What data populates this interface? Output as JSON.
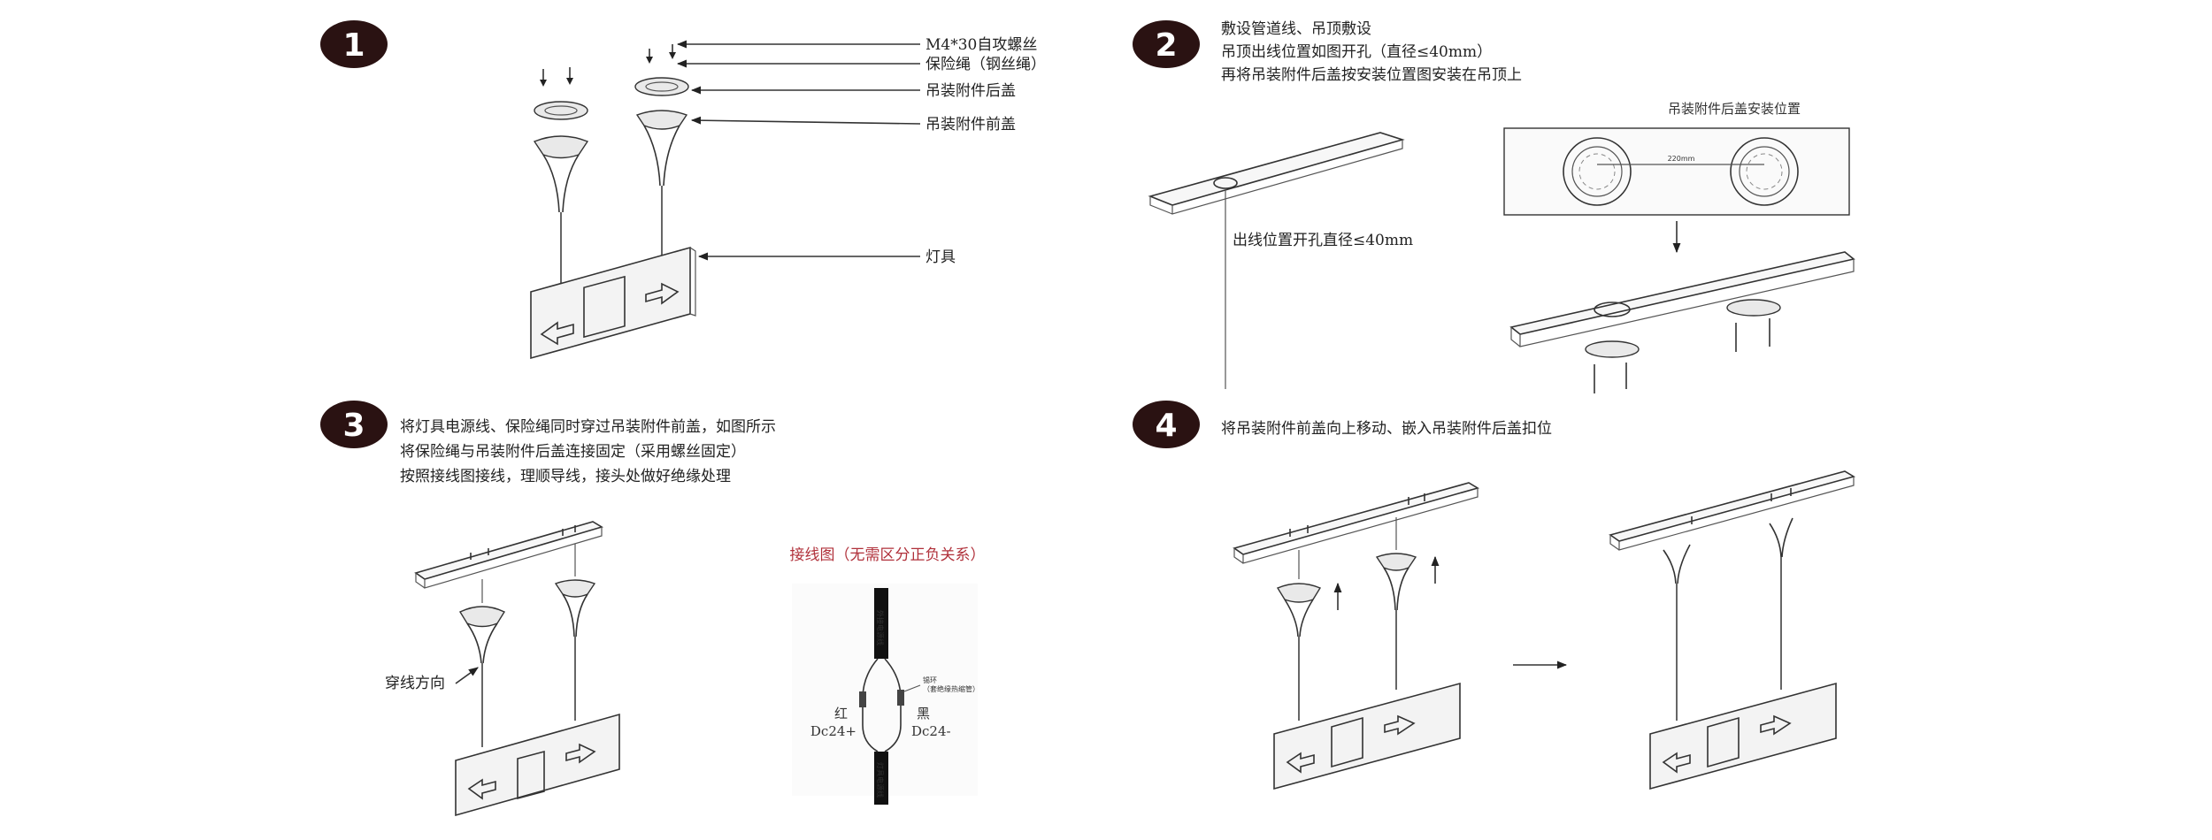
{
  "step1": {
    "number": "1",
    "callouts": {
      "screw": "M4*30自攻螺丝",
      "safety_rope": "保险绳（钢丝绳）",
      "back_cover": "吊装附件后盖",
      "front_cover": "吊装附件前盖",
      "fixture": "灯具"
    }
  },
  "step2": {
    "number": "2",
    "instructions": [
      "敷设管道线、吊顶敷设",
      "吊顶出线位置如图开孔（直径≤40mm）",
      "再将吊装附件后盖按安装位置图安装在吊顶上"
    ],
    "hole_label": "出线位置开孔直径≤40mm",
    "install_position_title": "吊装附件后盖安装位置",
    "dimension": "220mm"
  },
  "step3": {
    "number": "3",
    "instructions": [
      "将灯具电源线、保险绳同时穿过吊装附件前盖，如图所示",
      "将保险绳与吊装附件后盖连接固定（采用螺丝固定）",
      "按照接线图接线，理顺导线，接头处做好绝缘处理"
    ],
    "threading_label": "穿线方向",
    "wiring": {
      "title": "接线图（无需区分正负关系）",
      "top_cable": "外接电源线",
      "bottom_cable": "灯具电源线",
      "terminal_label": "锡环",
      "terminal_note": "（套绝缘热缩管）",
      "left_color": "红",
      "left_voltage": "Dc24+",
      "right_color": "黑",
      "right_voltage": "Dc24-"
    }
  },
  "step4": {
    "number": "4",
    "instructions": [
      "将吊装附件前盖向上移动、嵌入吊装附件后盖扣位"
    ]
  }
}
